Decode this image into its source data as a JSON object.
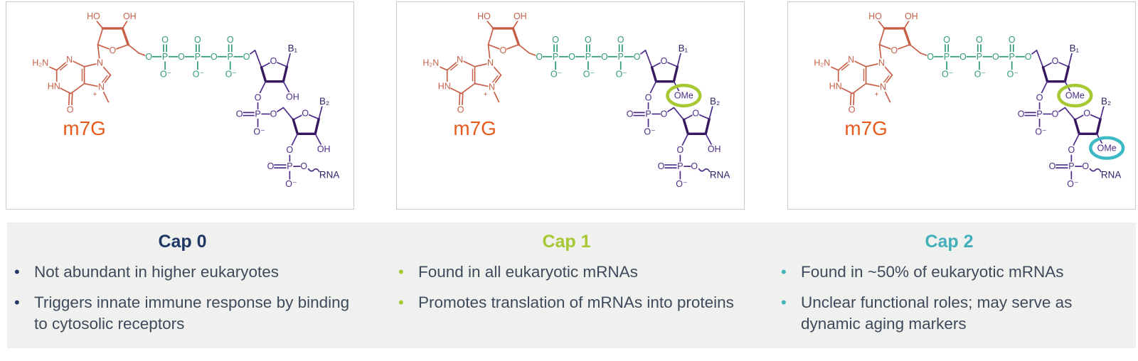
{
  "figure": {
    "background": "#ffffff",
    "band_background": "#f0f0ee",
    "panel_border": "#c9cbcb"
  },
  "molecule": {
    "labels": {
      "ho": "HO",
      "oh": "OH",
      "h2n": "H₂N",
      "hn": "HN",
      "n": "N",
      "o": "O",
      "p": "P",
      "o_minus": "O⁻",
      "plus": "+",
      "m7g": "m7G",
      "b1": "B₁",
      "b2": "B₂",
      "ome": "OMe",
      "rna": "RNA"
    },
    "colors": {
      "guanosine": "#c75f47",
      "m7g_label": "#e65b1d",
      "triphosphate": "#2f9b72",
      "nucleotide": "#4b2b87",
      "ring_bold": "#36175f",
      "base_label": "#2d2366",
      "circle_lime": "#a6c832",
      "circle_teal": "#3bb9c4"
    }
  },
  "panels": [
    {
      "name": "cap0-structure",
      "first_2prime": "OH",
      "second_2prime": "OH",
      "first_circle": null,
      "second_circle": null
    },
    {
      "name": "cap1-structure",
      "first_2prime": "OMe",
      "second_2prime": "OH",
      "first_circle": "lime",
      "second_circle": null
    },
    {
      "name": "cap2-structure",
      "first_2prime": "OMe",
      "second_2prime": "OMe",
      "first_circle": "lime",
      "second_circle": "teal"
    }
  ],
  "columns": [
    {
      "title": "Cap 0",
      "color": "#1f3864",
      "bullet_glyph": "•",
      "bullets": [
        "Not abundant in higher eukaryotes",
        "Triggers innate immune response by binding to cytosolic receptors"
      ]
    },
    {
      "title": "Cap 1",
      "color": "#a6c832",
      "bullet_glyph": "•",
      "bullets": [
        "Found in all eukaryotic mRNAs",
        "Promotes translation of mRNAs into proteins"
      ]
    },
    {
      "title": "Cap 2",
      "color": "#41b0ba",
      "bullet_glyph": "•",
      "bullets": [
        "Found in ~50% of eukaryotic mRNAs",
        "Unclear functional roles; may serve as dynamic aging markers"
      ]
    }
  ]
}
